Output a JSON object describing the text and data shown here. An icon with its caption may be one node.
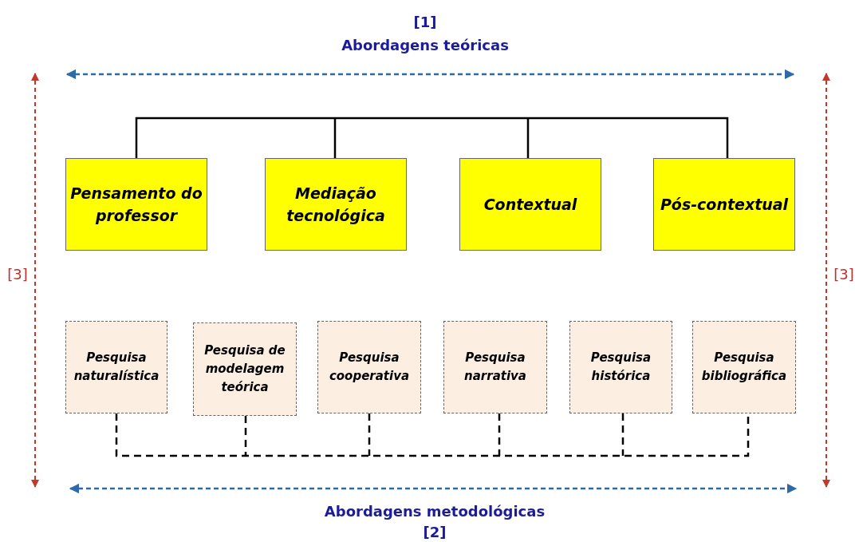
{
  "diagram": {
    "nodes": [
      {
        "text": [
          "Pensamento do professor"
        ]
      },
      {
        "text": [
          "Mediação tecnológica"
        ]
      },
      {
        "text": [
          "Contextual"
        ]
      },
      {
        "text": [
          "Pós-contextual"
        ]
      },
      {
        "text": [
          "Pesquisa naturalística"
        ]
      },
      {
        "text": [
          "Pesquisa de modelagem teórica"
        ]
      },
      {
        "text": [
          "Pesquisa cooperativa"
        ]
      },
      {
        "text": [
          "Pesquisa narrativa"
        ]
      },
      {
        "text": [
          "Pesquisa histórica"
        ]
      },
      {
        "text": [
          "Pesquisa bibliográfica"
        ]
      }
    ],
    "edges": [],
    "labels": [
      "[1]",
      "Abordagens teóricas",
      "[3]",
      "[3]",
      "Abordagens metodológicas",
      "[2]"
    ]
  }
}
